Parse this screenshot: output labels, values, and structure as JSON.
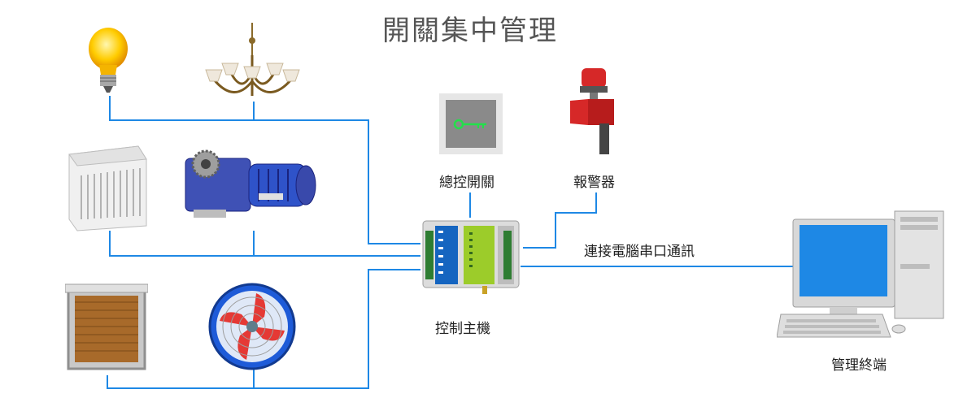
{
  "title": "開關集中管理",
  "labels": {
    "master_switch": "總控開關",
    "alarm": "報警器",
    "controller": "控制主機",
    "serial_link": "連接電腦串口通訊",
    "terminal": "管理終端"
  },
  "colors": {
    "wire": "#1e88e5",
    "controller_green": "#9ccc2a",
    "controller_blue": "#1565c0",
    "alarm_red": "#d62828",
    "key_green": "#22e04a"
  },
  "icons": {
    "bulb": "light-bulb-icon",
    "chandelier": "chandelier-icon",
    "air_cooler": "air-cooler-icon",
    "motor": "gear-motor-icon",
    "cooling_pad": "cooling-pad-icon",
    "fan": "axial-fan-icon",
    "switch": "key-switch-icon",
    "alarm": "alarm-siren-icon",
    "controller": "controller-unit-icon",
    "computer": "computer-terminal-icon"
  }
}
